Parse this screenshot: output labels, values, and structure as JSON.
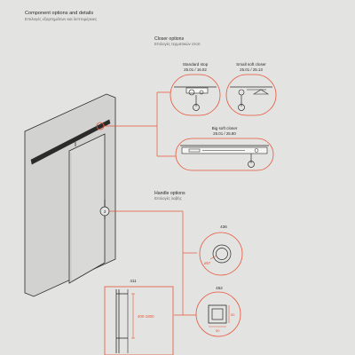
{
  "header": {
    "title": "Component options and details",
    "subtitle": "Επιλογές εξαρτημάτων και λεπτομέρειες"
  },
  "closer_options": {
    "title": "Closer options",
    "subtitle": "Επιλογές τερματικών στοπ",
    "items": [
      {
        "name": "Standard stop",
        "codes": "25.01 / 16.02"
      },
      {
        "name": "Small soft closer",
        "codes": "25.01 / 25.13"
      },
      {
        "name": "Big soft closer",
        "codes": "25.01 / 25.80"
      }
    ]
  },
  "handle_options": {
    "title": "Handle options",
    "subtitle": "Επιλογές λαβής",
    "callout": "3",
    "items": [
      {
        "code": "436",
        "dimension": "ø57"
      },
      {
        "code": "411",
        "dimension": "400-1800"
      },
      {
        "code": "452",
        "dimension_w": "50",
        "dimension_h": "50"
      }
    ]
  },
  "colors": {
    "background": "#e3e3e1",
    "accent": "#e8543a",
    "line": "#2b2b2b",
    "text_secondary": "#6b6b6b"
  }
}
